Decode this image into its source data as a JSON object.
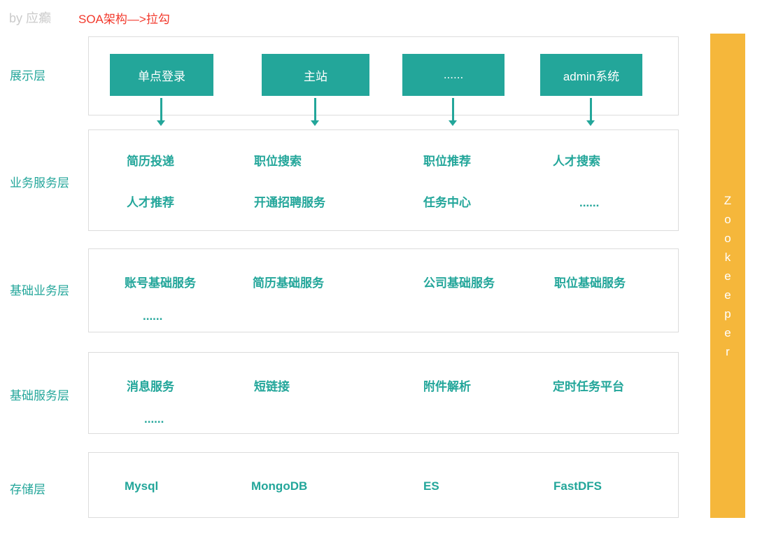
{
  "header": {
    "byline": "by 应癫",
    "title": "SOA架构—>拉勾"
  },
  "colors": {
    "teal": "#23a69a",
    "orange": "#f5b73b",
    "red": "#f2392c",
    "byline_gray": "#cbcbcb",
    "border_gray": "#dcdcdc",
    "button_text": "#ffffff"
  },
  "zookeeper_bar": {
    "label": "Zookeeper"
  },
  "layers": [
    {
      "label": "展示层",
      "buttons": [
        "单点登录",
        "主站",
        "......",
        "admin系统"
      ]
    },
    {
      "label": "业务服务层",
      "row1": [
        "简历投递",
        "职位搜索",
        "职位推荐",
        "人才搜索"
      ],
      "row2": [
        "人才推荐",
        "开通招聘服务",
        "任务中心",
        "......"
      ]
    },
    {
      "label": "基础业务层",
      "row1": [
        "账号基础服务",
        "简历基础服务",
        "公司基础服务",
        "职位基础服务"
      ],
      "row2": [
        "......"
      ]
    },
    {
      "label": "基础服务层",
      "row1": [
        "消息服务",
        "短链接",
        "附件解析",
        "定时任务平台"
      ],
      "row2": [
        "......"
      ]
    },
    {
      "label": "存储层",
      "row1": [
        "Mysql",
        "MongoDB",
        "ES",
        "FastDFS"
      ]
    }
  ]
}
